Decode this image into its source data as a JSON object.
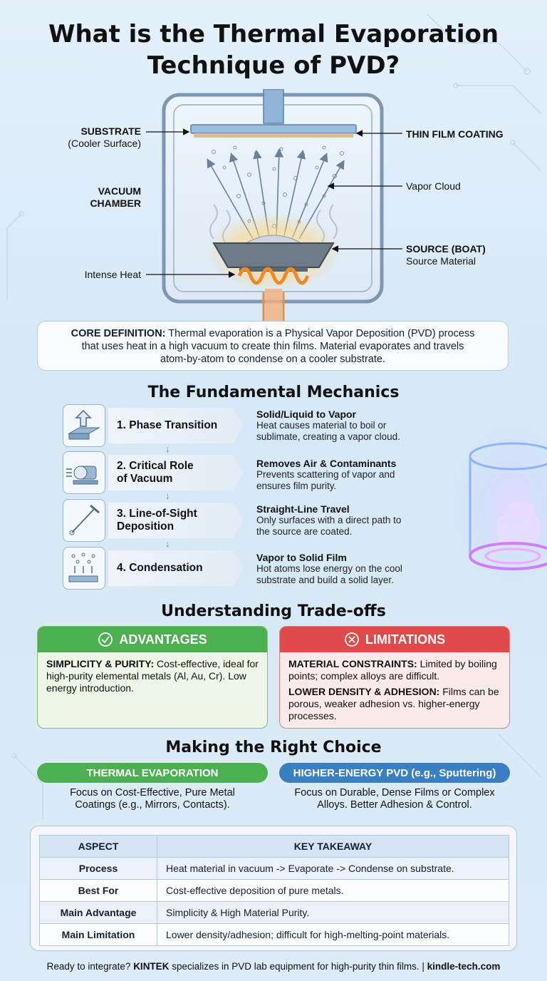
{
  "title_line1": "What is the Thermal Evaporation",
  "title_line2": "Technique of PVD?",
  "diagram": {
    "substrate": "SUBSTRATE",
    "substrate_sub": "(Cooler Surface)",
    "vacuum_l1": "VACUUM",
    "vacuum_l2": "CHAMBER",
    "heat": "Intense Heat",
    "thin_film": "THIN FILM COATING",
    "vapor": "Vapor Cloud",
    "source": "SOURCE (BOAT)",
    "source_sub": "Source Material"
  },
  "core": {
    "label": "CORE DEFINITION:",
    "l1": "Thermal evaporation is a Physical Vapor Deposition (PVD) process",
    "l2": "that uses heat in a high vacuum to create thin films. Material evaporates and travels",
    "l3": "atom-by-atom to condense on a cooler substrate."
  },
  "mechanics": {
    "heading": "The Fundamental Mechanics",
    "steps": [
      {
        "l1": "1. Phase Transition",
        "l2": "",
        "title": "Solid/Liquid to Vapor",
        "d1": "Heat causes material to boil or",
        "d2": "sublimate, creating a vapor cloud.",
        "icon": "arrow-up-block-icon"
      },
      {
        "l1": "2. Critical Role",
        "l2": "of Vacuum",
        "title": "Removes Air & Contaminants",
        "d1": "Prevents scattering of vapor and",
        "d2": "ensures film purity.",
        "icon": "vacuum-pump-icon"
      },
      {
        "l1": "3. Line-of-Sight",
        "l2": "Deposition",
        "title": "Straight-Line Travel",
        "d1": "Only surfaces with a direct path to",
        "d2": "the source are coated.",
        "icon": "line-of-sight-icon"
      },
      {
        "l1": "4. Condensation",
        "l2": "",
        "title": "Vapor to Solid Film",
        "d1": "Hot atoms lose energy on the cool",
        "d2": "substrate and build a solid layer.",
        "icon": "condensation-icon"
      }
    ]
  },
  "tradeoffs": {
    "heading": "Understanding Trade-offs",
    "adv_title": "ADVANTAGES",
    "adv_label": "SIMPLICITY & PURITY:",
    "adv_text": "Cost-effective, ideal for high-purity elemental metals (Al, Au, Cr). Low energy introduction.",
    "lim_title": "LIMITATIONS",
    "lim1_label": "MATERIAL CONSTRAINTS:",
    "lim1_text": "Limited by boiling points; complex alloys are difficult.",
    "lim2_label": "LOWER DENSITY & ADHESION:",
    "lim2_text": "Films can be porous, weaker adhesion vs. higher-energy processes."
  },
  "choice": {
    "heading": "Making the Right Choice",
    "left_pill": "THERMAL EVAPORATION",
    "left_l1": "Focus on Cost-Effective, Pure Metal",
    "left_l2": "Coatings (e.g., Mirrors, Contacts).",
    "right_pill": "HIGHER-ENERGY PVD (e.g., Sputtering)",
    "right_l1": "Focus on Durable, Dense Films or Complex",
    "right_l2": "Alloys. Better Adhesion & Control."
  },
  "table": {
    "h1": "ASPECT",
    "h2": "KEY TAKEAWAY",
    "rows": [
      {
        "a": "Process",
        "b": "Heat material in vacuum -> Evaporate -> Condense on substrate."
      },
      {
        "a": "Best For",
        "b": "Cost-effective deposition of pure metals."
      },
      {
        "a": "Main Advantage",
        "b": "Simplicity & High Material Purity."
      },
      {
        "a": "Main Limitation",
        "b": "Lower density/adhesion; difficult for high-melting-point materials."
      }
    ]
  },
  "footer": {
    "pre": "Ready to integrate?",
    "brand": "KINTEK",
    "mid": "specializes in PVD lab equipment for high-purity thin films. |",
    "site": "kindle-tech.com"
  },
  "colors": {
    "advantage": "#4caf50",
    "limitation": "#e04a4a",
    "sputter": "#3a7fc4"
  }
}
